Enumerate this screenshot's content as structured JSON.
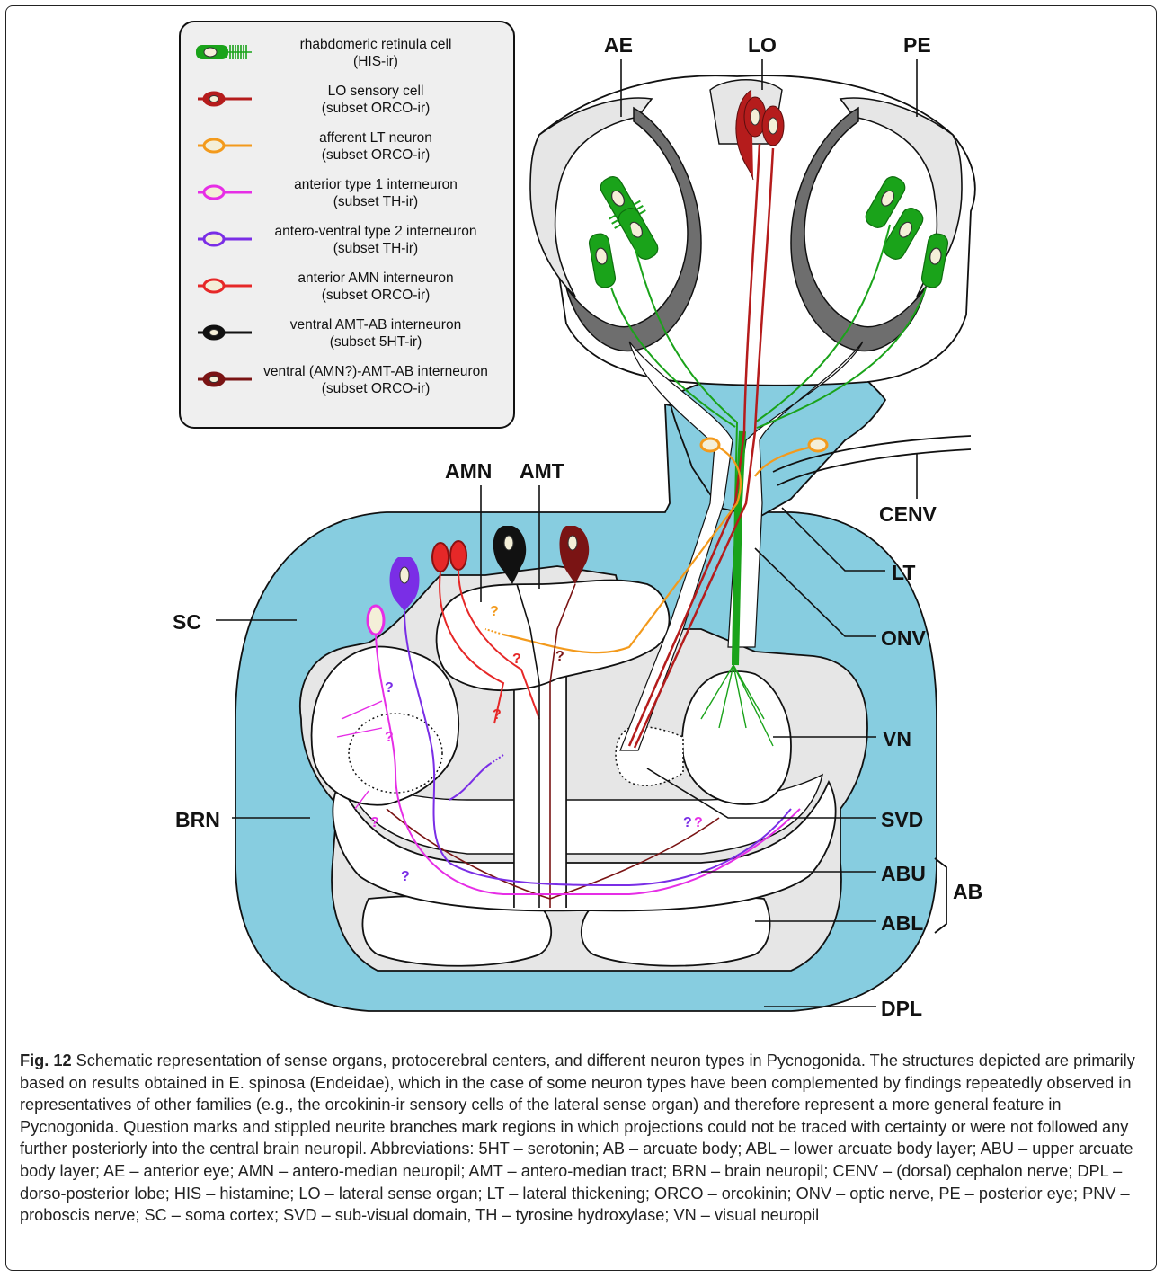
{
  "legend": [
    {
      "title": "rhabdomeric retinula cell",
      "sub": "(HIS-ir)",
      "color": "#1aa31a",
      "icon": "retinula-cell-icon"
    },
    {
      "title": "LO sensory cell",
      "sub": "(subset ORCO-ir)",
      "color": "#b51c1c",
      "icon": "lo-sensory-cell-icon"
    },
    {
      "title": "afferent LT neuron",
      "sub": "(subset ORCO-ir)",
      "color": "#f39a1c",
      "icon": "lt-neuron-icon"
    },
    {
      "title": "anterior type 1 interneuron",
      "sub": "(subset TH-ir)",
      "color": "#e62ee6",
      "icon": "type1-interneuron-icon"
    },
    {
      "title": "antero-ventral type 2 interneuron",
      "sub": "(subset TH-ir)",
      "color": "#7a2ee6",
      "icon": "type2-interneuron-icon"
    },
    {
      "title": "anterior AMN interneuron",
      "sub": "(subset ORCO-ir)",
      "color": "#e62828",
      "icon": "amn-interneuron-icon"
    },
    {
      "title": "ventral AMT-AB interneuron",
      "sub": "(subset 5HT-ir)",
      "color": "#111111",
      "icon": "amt-ab-interneuron-icon"
    },
    {
      "title": "ventral (AMN?)-AMT-AB interneuron",
      "sub": "(subset ORCO-ir)",
      "color": "#7a1414",
      "icon": "amn-amt-ab-interneuron-icon"
    }
  ],
  "labels": {
    "ae": "AE",
    "lo": "LO",
    "pe": "PE",
    "amn": "AMN",
    "amt": "AMT",
    "cenv": "CENV",
    "lt": "LT",
    "sc": "SC",
    "onv": "ONV",
    "vn": "VN",
    "brn": "BRN",
    "svd": "SVD",
    "abu": "ABU",
    "ab": "AB",
    "abl": "ABL",
    "dpl": "DPL",
    "q": "?"
  },
  "caption": {
    "figno": "Fig. 12",
    "text": "Schematic representation of sense organs, protocerebral centers, and different neuron types in Pycnogonida. The structures depicted are primarily based on results obtained in E. spinosa (Endeidae), which in the case of some neuron types have been complemented by findings repeatedly observed in representatives of other families (e.g., the orcokinin-ir sensory cells of the lateral sense organ) and therefore represent a more general feature in Pycnogonida. Question marks and stippled neurite branches mark regions in which projections could not be traced with certainty or were not followed any further posteriorly into the central brain neuropil. Abbreviations: 5HT – serotonin; AB – arcuate body; ABL – lower arcuate body layer; ABU – upper arcuate body layer; AE – anterior eye; AMN – antero-median neuropil; AMT – antero-median tract; BRN – brain neuropil; CENV – (dorsal) cephalon nerve; DPL – dorso-posterior lobe; HIS – histamine; LO – lateral sense organ; LT – lateral thickening; ORCO – orcokinin; ONV – optic nerve, PE – posterior eye; PNV – proboscis nerve; SC – soma cortex; SVD – sub-visual domain, TH – tyrosine hydroxylase; VN – visual neuropil"
  },
  "colors": {
    "cortex": "#87cde0",
    "neuropil": "#e6e6e6",
    "eye_cup": "#6e6e6e",
    "green": "#1aa31a",
    "red": "#b51c1c",
    "orange": "#f39a1c",
    "magenta": "#e62ee6",
    "purple": "#7a2ee6",
    "amn_red": "#e62828",
    "dark_red": "#7a1414"
  }
}
